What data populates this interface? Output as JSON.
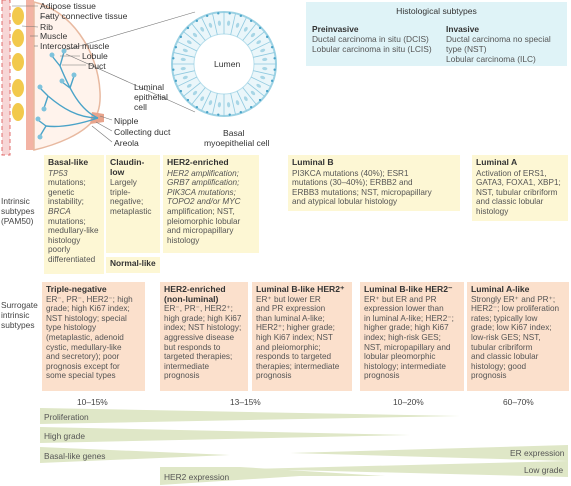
{
  "anatomy": {
    "labels": [
      "Adipose tissue",
      "Fatty connective tissue",
      "Rib",
      "Muscle",
      "Intercostal muscle",
      "Lobule",
      "Duct",
      "Nipple",
      "Collecting duct",
      "Areola"
    ],
    "lumen": "Lumen",
    "luminal_cell": [
      "Luminal",
      "epithelial",
      "cell"
    ],
    "basal_cell": [
      "Basal",
      "myoepithelial cell"
    ]
  },
  "histology": {
    "title": "Histological subtypes",
    "preinvasive": {
      "header": "Preinvasive",
      "lines": [
        "Ductal carcinoma in situ (DCIS)",
        "Lobular carcinoma in situ (LCIS)"
      ]
    },
    "invasive": {
      "header": "Invasive",
      "lines": [
        "Ductal carcinoma no special",
        "type (NST)",
        "Lobular carcinoma (ILC)"
      ]
    }
  },
  "row_labels": {
    "intrinsic": [
      "Intrinsic",
      "subtypes",
      "(PAM50)"
    ],
    "surrogate": [
      "Surrogate",
      "intrinsic",
      "subtypes"
    ]
  },
  "intrinsic": {
    "basal": {
      "header": "Basal-like",
      "g1": "TP53",
      "t1": "mutations;",
      "t2": "genetic",
      "t3": "instability;",
      "g2": "BRCA",
      "t4": "mutations;",
      "t5": "medullary-like",
      "t6": "histology",
      "t7": "poorly",
      "t8": "differentiated"
    },
    "claudin": {
      "header": "Claudin-low",
      "lines": [
        "Largely",
        "triple-",
        "negative;",
        "metaplastic"
      ]
    },
    "normal": "Normal-like",
    "her2": {
      "header": "HER2-enriched",
      "lines": [
        "HER2 amplification;",
        "GRB7 amplification;",
        "PIK3CA mutations;",
        "TOPO2 and/or MYC",
        "amplification; NST,",
        "pleiomorphic lobular",
        "and micropapillary",
        "histology"
      ]
    },
    "lumb": {
      "header": "Luminal B",
      "lines": [
        "PI3KCA mutations (40%); ESR1",
        "mutations (30–40%); ERBB2 and",
        "ERBB3 mutations; NST, micropapillary",
        "and atypical lobular histology"
      ]
    },
    "luma": {
      "header": "Luminal A",
      "lines": [
        "Activation of ERS1,",
        "GATA3, FOXA1, XBP1;",
        "NST, tubular cribriform",
        "and classic lobular",
        "histology"
      ]
    }
  },
  "surrogate": {
    "tn": {
      "header": "Triple-negative",
      "lines": [
        "ER⁻, PR⁻, HER2⁻; high",
        "grade; high Ki67 index;",
        "NST histology; special",
        "type histology",
        "(metaplastic, adenoid",
        "cystic, medullary-like",
        "and secretory); poor",
        "prognosis except for",
        "some special types"
      ]
    },
    "her2": {
      "header": [
        "HER2-enriched",
        "(non-luminal)"
      ],
      "lines": [
        "ER⁻, PR⁻, HER2⁺;",
        "high grade; high Ki67",
        "index; NST histology;",
        "aggressive disease",
        "but responds to",
        "targeted therapies;",
        "intermediate",
        "prognosis"
      ]
    },
    "lbp": {
      "header": "Luminal B-like HER2⁺",
      "lines": [
        "ER⁺ but lower ER",
        "and PR expression",
        "than luminal A-like;",
        "HER2⁺; higher grade;",
        "high Ki67 index; NST",
        "and pleiomorphic;",
        "responds to targeted",
        "therapies; intermediate",
        "prognosis"
      ]
    },
    "lbn": {
      "header": "Luminal B-like HER2⁻",
      "lines": [
        "ER⁺ but ER and PR",
        "expression lower than",
        "in luminal A-like; HER2⁻;",
        "higher grade; high Ki67",
        "index; high-risk GES;",
        "NST, micropapillary and",
        "lobular pleomorphic",
        "histology; intermediate",
        "prognosis"
      ]
    },
    "la": {
      "header": "Luminal A-like",
      "lines": [
        "Strongly ER⁺ and PR⁺;",
        "HER2⁻; low proliferation",
        "rates; typically low",
        "grade; low Ki67 index;",
        "low-risk GES; NST,",
        "tubular cribriform",
        "and classic lobular",
        "histology; good",
        "prognosis"
      ]
    }
  },
  "percentages": [
    "10–15%",
    "13–15%",
    "10–20%",
    "60–70%"
  ],
  "gradients": {
    "proliferation": "Proliferation",
    "high_grade": "High grade",
    "basal_genes": "Basal-like genes",
    "er_expression": "ER expression",
    "low_grade": "Low grade",
    "her2_expression": "HER2 expression"
  },
  "colors": {
    "histology_bg": "#dff3f7",
    "intrinsic_bg": "#fdf7d4",
    "surrogate_bg": "#fbe0cc",
    "gradient_green": "#dfe7c7",
    "duct_blue": "#4aa3c8",
    "fat_yellow": "#f2c94c",
    "muscle_red": "#e06c6c",
    "skin_pink": "#f7d6d6"
  }
}
